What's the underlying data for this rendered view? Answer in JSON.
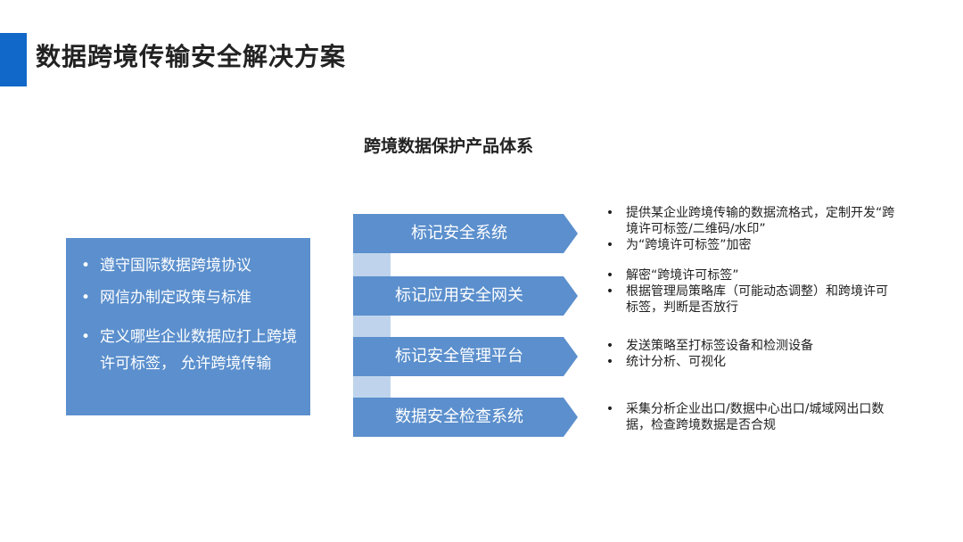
{
  "page": {
    "title": "数据跨境传输安全解决方案",
    "subtitle": "跨境数据保护产品体系"
  },
  "colors": {
    "accent": "#1168c8",
    "box_fill": "#5b8fcd",
    "connector_fill": "#bfd4ec",
    "text_white": "#ffffff"
  },
  "left_panel": {
    "bullet": "•",
    "items": [
      "遵守国际数据跨境协议",
      "网信办制定政策与标准",
      "定义哪些企业数据应打上跨境许可标签， 允许跨境传输"
    ]
  },
  "systems": [
    {
      "label": "标记安全系统",
      "descriptions": [
        "提供某企业跨境传输的数据流格式，定制开发“跨境许可标签/二维码/水印”",
        "为“跨境许可标签”加密"
      ]
    },
    {
      "label": "标记应用安全网关",
      "descriptions": [
        "解密“跨境许可标签”",
        "根据管理局策略库（可能动态调整）和跨境许可标签，判断是否放行"
      ]
    },
    {
      "label": "标记安全管理平台",
      "descriptions": [
        "发送策略至打标签设备和检测设备",
        "统计分析、可视化"
      ]
    },
    {
      "label": "数据安全检查系统",
      "descriptions": [
        "采集分析企业出口/数据中心出口/城域网出口数据，检查跨境数据是否合规"
      ]
    }
  ]
}
